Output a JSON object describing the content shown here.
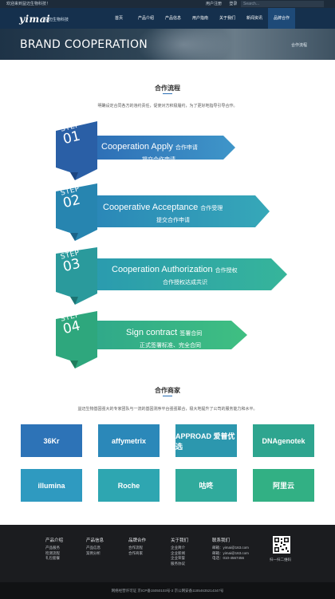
{
  "topbar": {
    "welcome": "欢迎来到益迈生物科技！",
    "register": "用户注册",
    "login": "登录",
    "search_placeholder": "Search..."
  },
  "header": {
    "logo": "yimai",
    "logo_sub": "益迈生物科技",
    "nav": [
      "首页",
      "产品介绍",
      "产品信息",
      "用户指南",
      "关于我们",
      "新闻资讯",
      "品牌合作"
    ],
    "active_nav": "品牌合作"
  },
  "banner": {
    "title": "BRAND COOPERATION",
    "breadcrumb": "合作流程"
  },
  "process": {
    "title": "合作流程",
    "description": "明确设定合同各方的违约责任，促使对方积极履约，为了更好地指导引导合作。",
    "steps": [
      {
        "step": "STEP",
        "num": "01",
        "en": "Cooperation Apply",
        "zh": "合作申请",
        "sub": "提交合作申请",
        "color_a": "#2d6db5",
        "color_b": "#3f96c9"
      },
      {
        "step": "STEP",
        "num": "02",
        "en": "Cooperative Acceptance",
        "zh": "合作受理",
        "sub": "提交合作申请",
        "color_a": "#2a86b8",
        "color_b": "#36a8b8"
      },
      {
        "step": "STEP",
        "num": "03",
        "en": "Cooperation Authorization",
        "zh": "合作授权",
        "sub": "合作授权达成共识",
        "color_a": "#2a9ab0",
        "color_b": "#36b59a"
      },
      {
        "step": "STEP",
        "num": "04",
        "en": "Sign contract",
        "zh": "签署合同",
        "sub": "正式签署标准、完全合同",
        "color_a": "#2fa88a",
        "color_b": "#3fbf82"
      }
    ]
  },
  "partners": {
    "title": "合作商家",
    "description": "益迈生物基因强大的专家团队与一流的基因测序平台强强联合，极大地提升了公司的服务能力和水平。",
    "items": [
      {
        "name": "36Kr",
        "color": "#2d73b7"
      },
      {
        "name": "affymetrix",
        "color": "#2b88b9"
      },
      {
        "name": "APPROAD 爱普优选",
        "color": "#2c97ae"
      },
      {
        "name": "DNAgenotek",
        "color": "#2ea58f"
      },
      {
        "name": "illumina",
        "color": "#2f9ac0"
      },
      {
        "name": "Roche",
        "color": "#2ea6b1"
      },
      {
        "name": "咕咚",
        "color": "#30aa9c"
      },
      {
        "name": "阿里云",
        "color": "#32b084"
      }
    ]
  },
  "footer": {
    "columns": [
      {
        "heading": "产品介绍",
        "items": [
          "产品服务",
          "检测流程",
          "礼包套餐"
        ]
      },
      {
        "heading": "产品信息",
        "items": [
          "产品信息",
          "案例分析"
        ]
      },
      {
        "heading": "品牌合作",
        "items": [
          "合作流程",
          "合作商家"
        ]
      },
      {
        "heading": "关于我们",
        "items": [
          "企业简介",
          "企业新闻",
          "企业荣誉",
          "服务协议"
        ]
      },
      {
        "heading": "联系我们",
        "items": [
          "邮箱：yimai@163.com",
          "邮箱：yimai@163.com",
          "电话：010-4567456"
        ]
      }
    ],
    "qr_caption": "扫一扫二维码",
    "copyright": "网络经营许可证 京ICP备15050103号-2 京公网安备11854635214347号"
  }
}
